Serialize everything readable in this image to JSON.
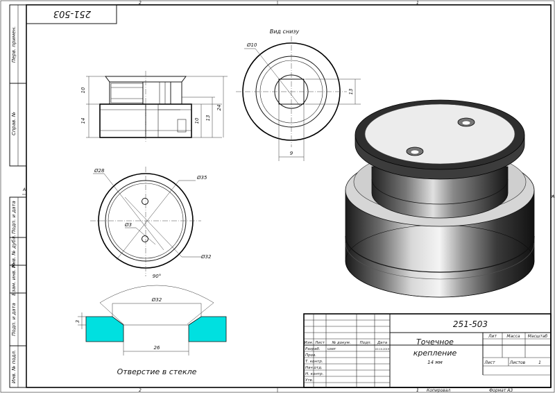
{
  "frame": {
    "zone_top_left": "2",
    "zone_top_right": "1",
    "zone_bottom_left": "2",
    "zone_bottom_right": "1",
    "zone_side_left": "A",
    "zone_side_right": "A",
    "mirror_code": "251-503"
  },
  "side_stamps": [
    "Перв. примен.",
    "Справ. №",
    "Подп. и дата",
    "Инв. № дубл.",
    "Взам. инв. №",
    "Подп. и дата",
    "Инв. № подл."
  ],
  "views": {
    "bottom_view_label": "Вид снизу",
    "glass_hole_label": "Отверстие в стекле"
  },
  "dimensions": {
    "side_top": "10",
    "side_left": "14",
    "side_r1": "10",
    "side_r2": "13",
    "side_r3": "24",
    "bottom_d10": "Ø10",
    "bottom_13": "13",
    "bottom_9": "9",
    "top_d28": "Ø28",
    "top_d35": "Ø35",
    "top_d3": "Ø3",
    "top_d32": "Ø32",
    "glass_angle": "90°",
    "glass_d32": "Ø32",
    "glass_3": "3",
    "glass_26": "26"
  },
  "title_block": {
    "code": "251-503",
    "name_line1": "Точечное",
    "name_line2": "крепление",
    "name_line3": "14 мм",
    "lit": "Лит",
    "mass": "Масса",
    "scale": "Масштаб",
    "sheet": "Лист",
    "sheets": "Листов",
    "sheets_count": "1",
    "headers": [
      "Изм.",
      "Лист",
      "№ докум.",
      "Подп.",
      "Дата"
    ],
    "roles": [
      "Разраб.",
      "Пров.",
      "Т. контр.",
      "Нач.отд.",
      "Н. контр.",
      "Утв."
    ],
    "developer": "user",
    "date": "03.10.2019",
    "copied": "Копировал",
    "format": "Формат А3",
    "bottom_num": "1"
  },
  "colors": {
    "glass_fill": "#00e0e0",
    "metal_dark": "#2a2a2a",
    "metal_light": "#e8e8e8"
  }
}
